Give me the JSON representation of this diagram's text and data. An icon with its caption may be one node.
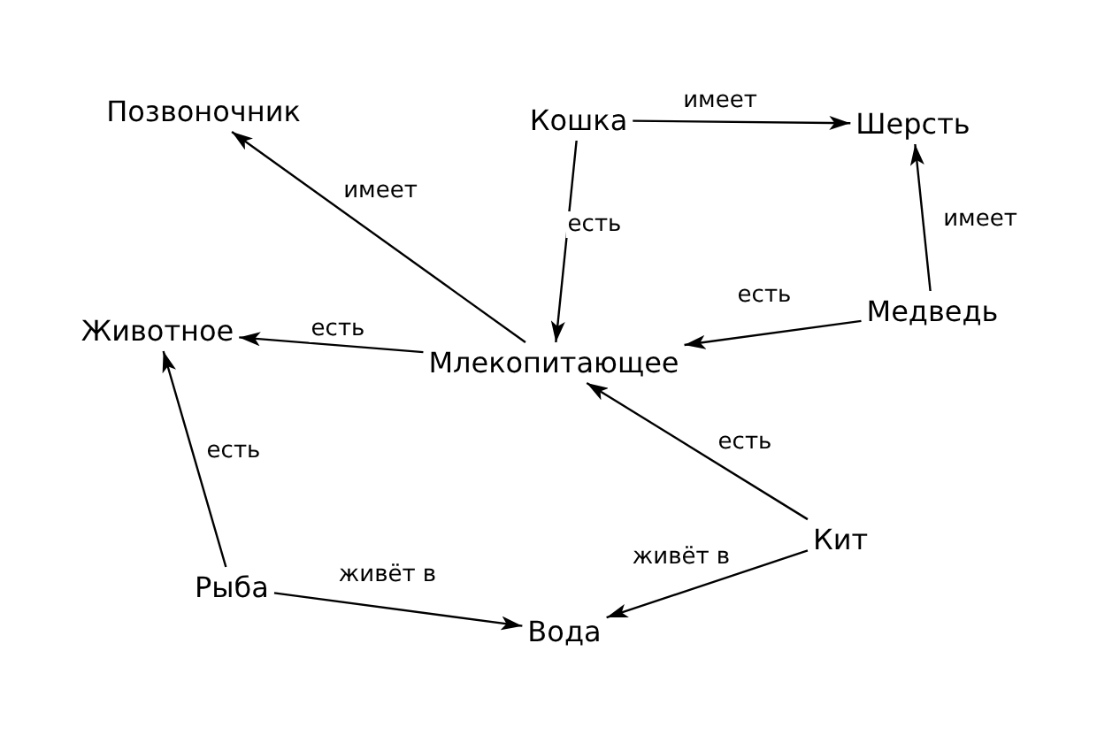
{
  "diagram": {
    "nodes": [
      {
        "text": [
          "Позвоночник"
        ]
      },
      {
        "text": [
          "Кошка"
        ]
      },
      {
        "text": [
          "Шерсть"
        ]
      },
      {
        "text": [
          "Животное"
        ]
      },
      {
        "text": [
          "Млекопитающее"
        ]
      },
      {
        "text": [
          "Медведь"
        ]
      },
      {
        "text": [
          "Рыба"
        ]
      },
      {
        "text": [
          "Кит"
        ]
      },
      {
        "text": [
          "Вода"
        ]
      }
    ],
    "edges": [
      {
        "from": 1,
        "to": 2,
        "arrow": "to",
        "label": "имеет"
      },
      {
        "from": 4,
        "to": 0,
        "arrow": "to",
        "label": "имеет"
      },
      {
        "from": 1,
        "to": 4,
        "arrow": "to",
        "label": "есть"
      },
      {
        "from": 5,
        "to": 2,
        "arrow": "to",
        "label": "имеет"
      },
      {
        "from": 5,
        "to": 4,
        "arrow": "to",
        "label": "есть"
      },
      {
        "from": 4,
        "to": 3,
        "arrow": "to",
        "label": "есть"
      },
      {
        "from": 7,
        "to": 4,
        "arrow": "to",
        "label": "есть"
      },
      {
        "from": 6,
        "to": 3,
        "arrow": "to",
        "label": "есть"
      },
      {
        "from": 6,
        "to": 8,
        "arrow": "to",
        "label": "живёт в"
      },
      {
        "from": 7,
        "to": 8,
        "arrow": "to",
        "label": "живёт в"
      }
    ]
  }
}
